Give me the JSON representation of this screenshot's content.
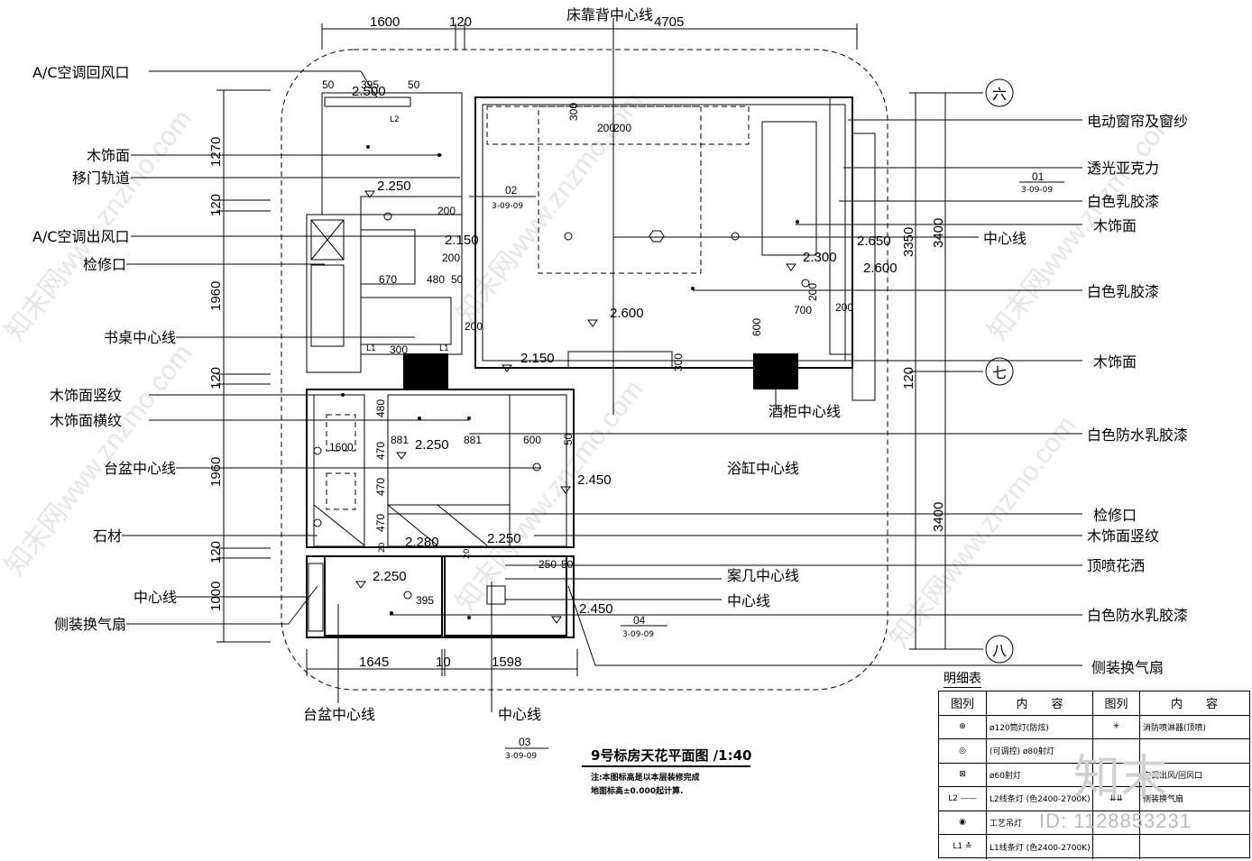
{
  "title": "9号标房天花平面图 /1:40",
  "notes": [
    "注:本图标高是以本层装修完成",
    "地面标高±0.000起计算."
  ],
  "top_dims": [
    "1600",
    "120",
    "4705"
  ],
  "left_dims": [
    "1270",
    "120",
    "1960",
    "120",
    "1960",
    "120",
    "1000"
  ],
  "right_dims": [
    "3350",
    "3400",
    "120",
    "3400"
  ],
  "bottom_dims": [
    "1645",
    "10",
    "1598"
  ],
  "axis_markers": [
    "六",
    "七",
    "八"
  ],
  "heights": [
    "2.500",
    "2.250",
    "2.150",
    "2.600",
    "2.150",
    "2.650",
    "2.300",
    "2.600",
    "2.250",
    "2.450",
    "2.280",
    "2.250",
    "2.250",
    "2.450"
  ],
  "inner_dims": [
    "50",
    "395",
    "50",
    "L2",
    "300",
    "200",
    "200",
    "200",
    "200",
    "670",
    "480",
    "50",
    "200",
    "L1",
    "L1",
    "300",
    "300",
    "200",
    "700",
    "200",
    "600",
    "480",
    "881",
    "881",
    "1600",
    "600",
    "50",
    "470",
    "470",
    "470",
    "250",
    "50",
    "395",
    "20",
    "20"
  ],
  "section_refs": [
    {
      "num": "02",
      "sheet": "3-09-09"
    },
    {
      "num": "01",
      "sheet": "3-09-09"
    },
    {
      "num": "04",
      "sheet": "3-09-09"
    },
    {
      "num": "03",
      "sheet": "3-09-09"
    }
  ],
  "left_labels": [
    "A/C空调回风口",
    "木饰面",
    "移门轨道",
    "A/C空调出风口",
    "检修口",
    "书桌中心线",
    "木饰面竖纹",
    "木饰面横纹",
    "台盆中心线",
    "石材",
    "中心线",
    "侧装换气扇"
  ],
  "right_labels": [
    "电动窗帘及窗纱",
    "透光亚克力",
    "白色乳胶漆",
    "木饰面",
    "中心线",
    "白色乳胶漆",
    "木饰面",
    "白色防水乳胶漆",
    "检修口",
    "木饰面竖纹",
    "顶喷花洒",
    "白色防水乳胶漆",
    "侧装换气扇"
  ],
  "center_labels": [
    "床靠背中心线",
    "酒柜中心线",
    "浴缸中心线",
    "案几中心线",
    "中心线",
    "台盆中心线",
    "中心线"
  ],
  "watermark": "知末网www.znzmo.com",
  "legend": {
    "title": "明细表",
    "headers": [
      "图列",
      "内　　容",
      "图列",
      "内　　容"
    ],
    "rows": [
      {
        "sym1": "⊕",
        "desc1": "ø120筒灯(防炫)",
        "sym2": "✳",
        "desc2": "消防喷淋器(顶喷)"
      },
      {
        "sym1": "◎",
        "desc1": "(可调控) ø80射灯",
        "sym2": "",
        "desc2": ""
      },
      {
        "sym1": "⊠",
        "desc1": "ø60射灯",
        "sym2": "",
        "desc2": "空调出风/回风口"
      },
      {
        "sym1": "L2 ——",
        "desc1": "L2线条灯 (色2400-2700K)",
        "sym2": "⇊⇊",
        "desc2": "侧装换气扇"
      },
      {
        "sym1": "◉",
        "desc1": "工艺吊灯",
        "sym2": "",
        "desc2": ""
      },
      {
        "sym1": "L1 ≛",
        "desc1": "L1线条灯 (色2400-2700K)",
        "sym2": "",
        "desc2": ""
      }
    ]
  },
  "logo_text": "知末",
  "id_text": "ID: 1128853231"
}
